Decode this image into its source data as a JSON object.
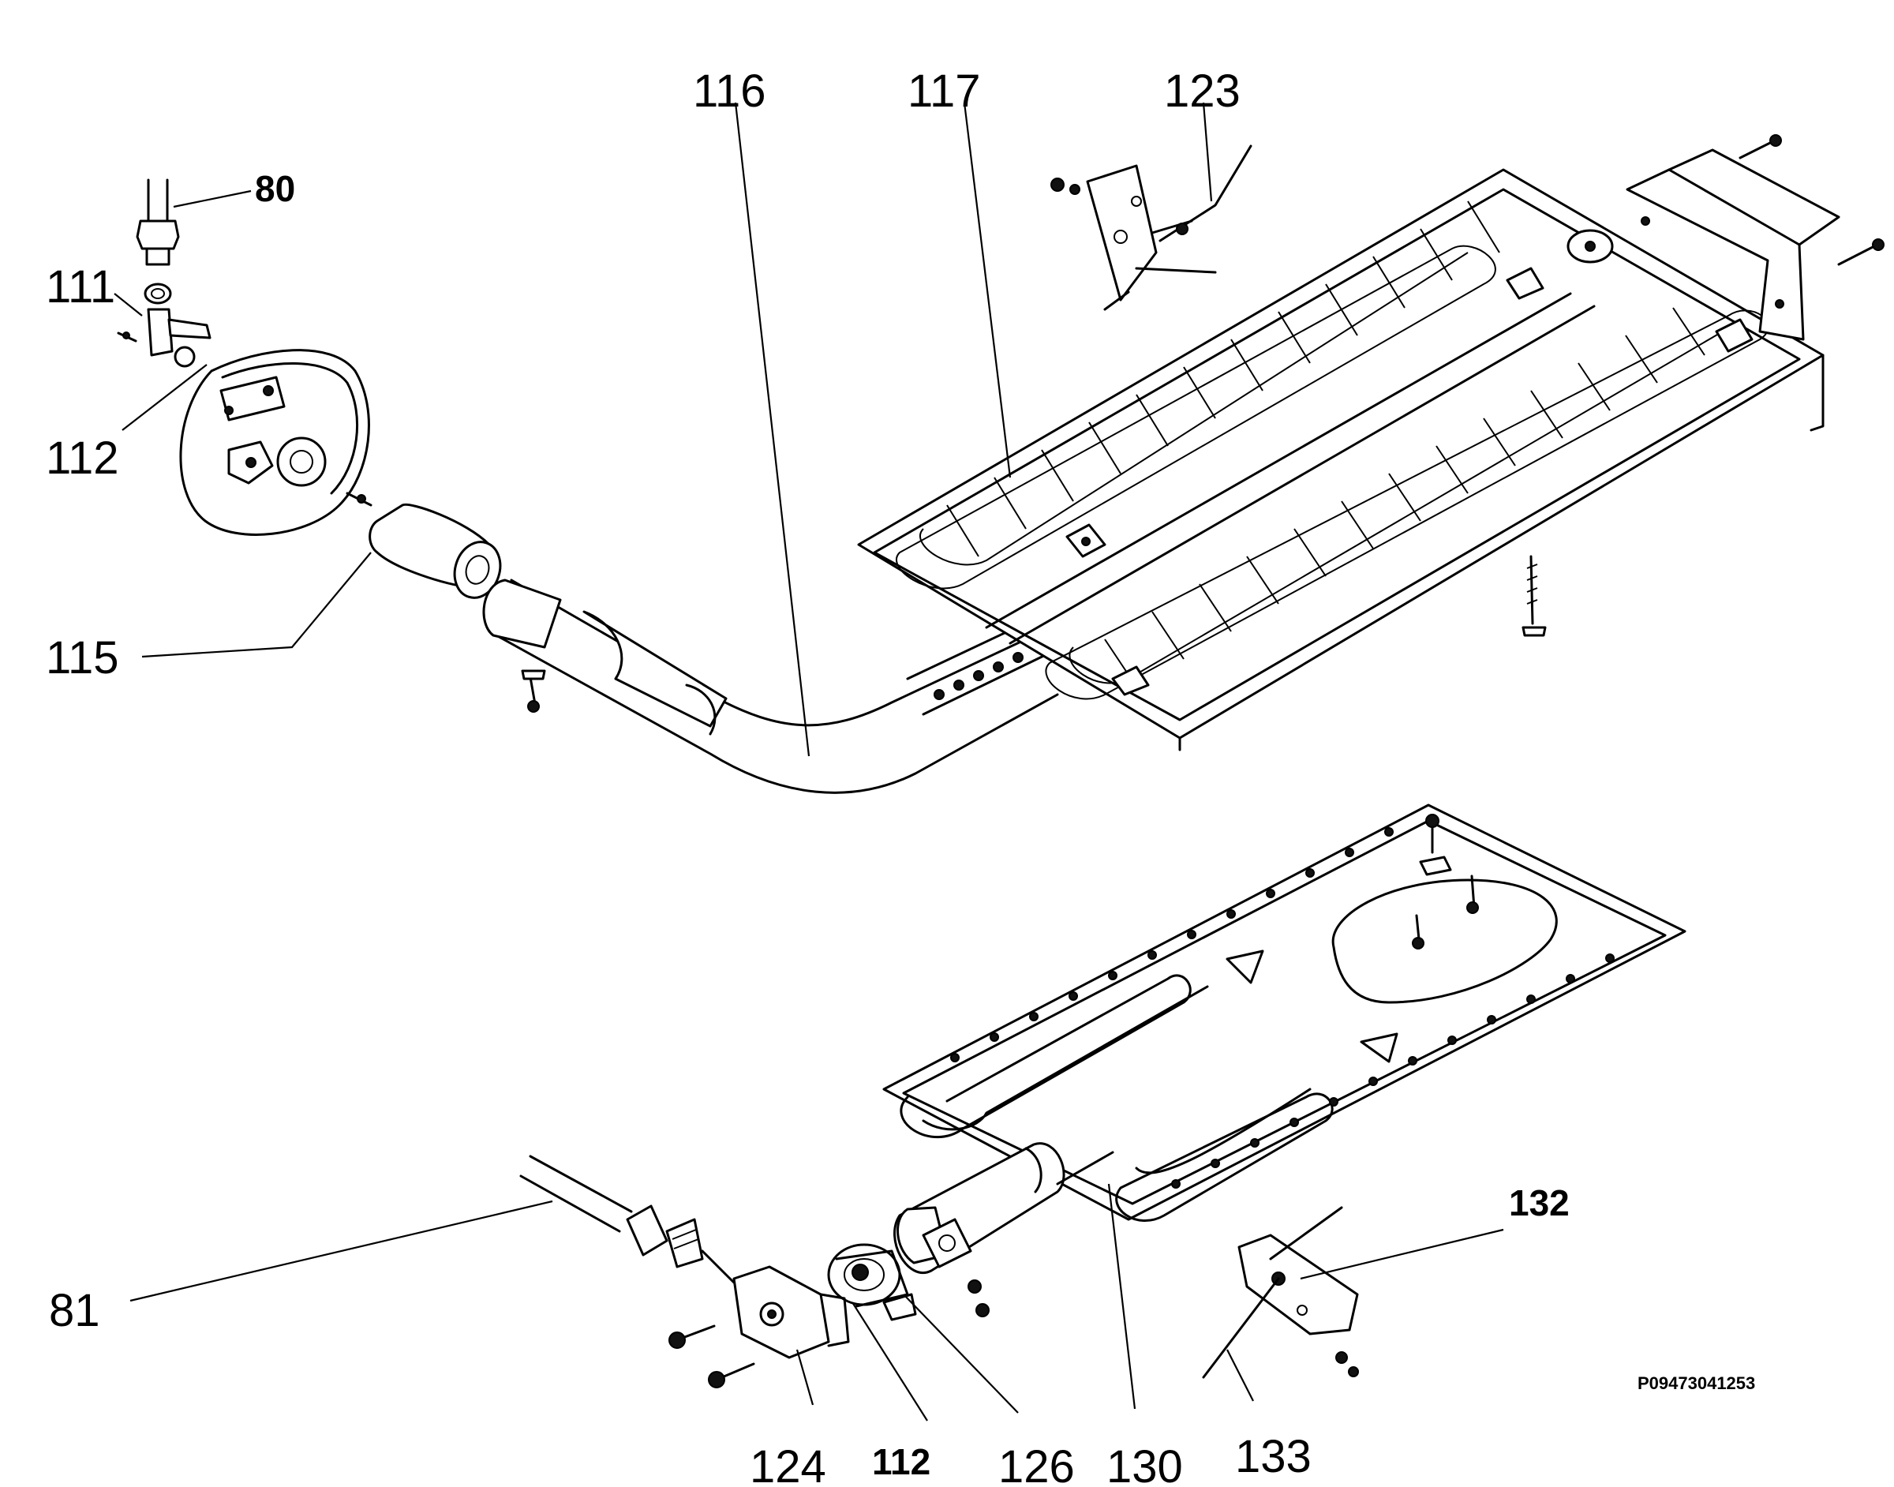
{
  "diagram": {
    "drawing_code": "P09473041253",
    "callouts": [
      {
        "id": "80",
        "text": "80"
      },
      {
        "id": "111",
        "text": "111"
      },
      {
        "id": "112a",
        "text": "112"
      },
      {
        "id": "115",
        "text": "115"
      },
      {
        "id": "116",
        "text": "116"
      },
      {
        "id": "117",
        "text": "117"
      },
      {
        "id": "123",
        "text": "123"
      },
      {
        "id": "81",
        "text": "81"
      },
      {
        "id": "124",
        "text": "124"
      },
      {
        "id": "112b",
        "text": "112"
      },
      {
        "id": "126",
        "text": "126"
      },
      {
        "id": "130",
        "text": "130"
      },
      {
        "id": "132",
        "text": "132"
      },
      {
        "id": "133",
        "text": "133"
      }
    ]
  }
}
